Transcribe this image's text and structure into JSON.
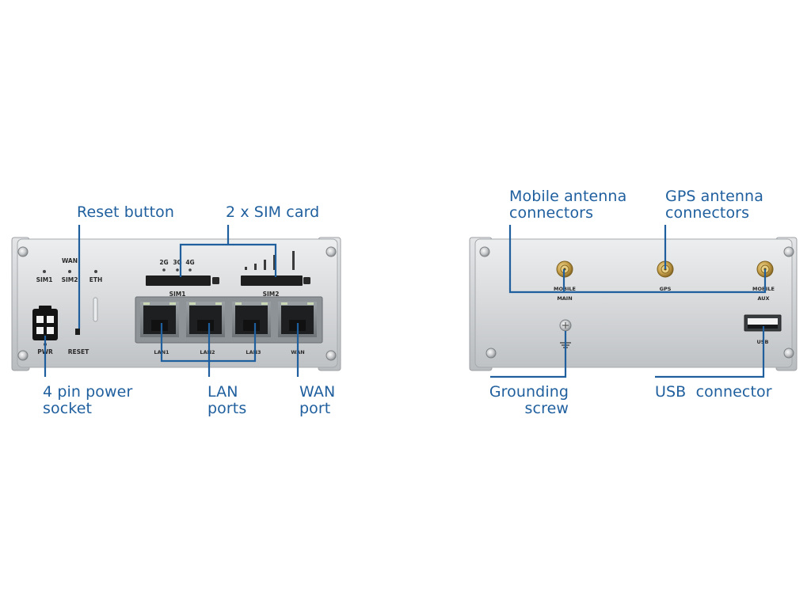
{
  "callouts": {
    "reset_button": "Reset button",
    "sim_card": "2 x SIM card",
    "power_socket": [
      "4 pin power",
      "socket"
    ],
    "lan_ports": [
      "LAN",
      "ports"
    ],
    "wan_port": [
      "WAN",
      "port"
    ],
    "mobile_antenna": [
      "Mobile antenna",
      "connectors"
    ],
    "gps_antenna": [
      "GPS antenna",
      "connectors"
    ],
    "grounding": [
      "Grounding",
      "screw"
    ],
    "usb_connector": "USB  connector"
  },
  "front_labels": {
    "sim1_led": "SIM1",
    "sim2_led": "SIM2",
    "wan_led": "WAN",
    "eth_led": "ETH",
    "net_2g": "2G",
    "net_3g": "3G",
    "net_4g": "4G",
    "sim1_slot": "SIM1",
    "sim2_slot": "SIM2",
    "pwr": "PWR",
    "reset": "RESET",
    "lan1": "LAN1",
    "lan2": "LAN2",
    "lan3": "LAN3",
    "wan": "WAN"
  },
  "back_labels": {
    "mobile_main": [
      "MOBILE",
      "MAIN"
    ],
    "gps": "GPS",
    "mobile_aux": [
      "MOBILE",
      "AUX"
    ],
    "usb": "USB"
  },
  "colors": {
    "callout": "#1f5f9e",
    "leader_line": "#1f5f9e",
    "chassis": "#d4d6d8"
  }
}
